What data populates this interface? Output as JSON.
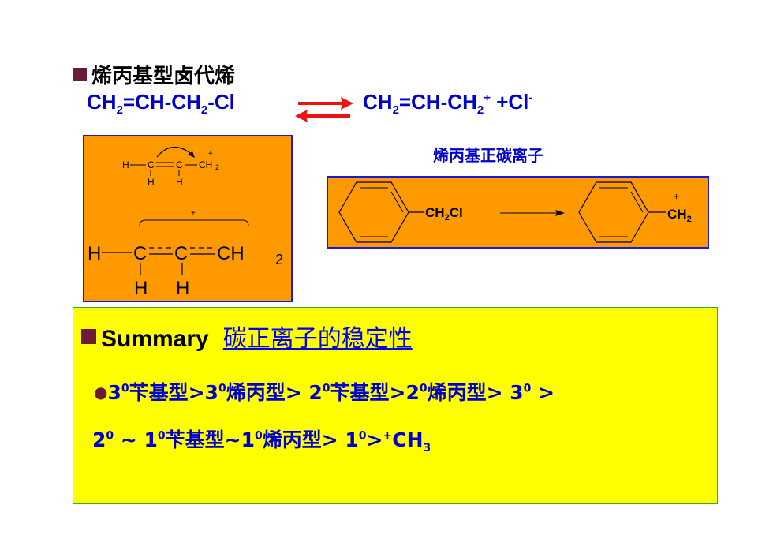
{
  "title": "烯丙基型卤代烯",
  "equation": {
    "left": {
      "a": "CH",
      "s1": "2",
      "b": "=CH-CH",
      "s2": "2",
      "c": "-Cl"
    },
    "right": {
      "a": "CH",
      "s1": "2",
      "b": "=CH-CH",
      "s2": "2",
      "sup1": "+",
      "c": " +Cl",
      "sup2": "-"
    }
  },
  "allyl_box": {
    "small": {
      "h": "H",
      "c1": "C",
      "c2": "C",
      "c3": "CH",
      "sub": "2",
      "plus": "+",
      "h1": "H",
      "h2": "H"
    },
    "big": {
      "h": "H",
      "c1": "C",
      "c2": "C",
      "c3": "CH",
      "sub": "2",
      "plus": "+",
      "h1": "H",
      "h2": "H"
    }
  },
  "benzyl": {
    "subtitle": "烯丙基正碳离子",
    "left_group": "CH",
    "left_sub": "2",
    "left_tail": "Cl",
    "right_group": "CH",
    "right_sub": "2",
    "plus": "+"
  },
  "summary": {
    "heading": "Summary",
    "link": "碳正离子的稳定性",
    "line1": {
      "p1": "3",
      "s1": "0",
      "t1": "苄基型>3",
      "s2": "0",
      "t2": "烯丙型> 2",
      "s3": "0",
      "t3": "苄基型>2",
      "s4": "0",
      "t4": "烯丙型> 3",
      "s5": "0",
      "t5": " >"
    },
    "line2": {
      "p1": "2",
      "s1": "0",
      "t1": " ~ 1",
      "s2": "0",
      "t2": "苄基型~1",
      "s3": "0",
      "t3": "烯丙型> 1",
      "s4": "0",
      "t4": ">",
      "s5": "+",
      "t5": "CH",
      "sub": "3"
    }
  },
  "colors": {
    "orange": "#ff9900",
    "blue_text": "#0000cc",
    "arrow_red": "#ee1111",
    "summary_bg": "#ffff00",
    "bullet": "#6b1a3a"
  }
}
